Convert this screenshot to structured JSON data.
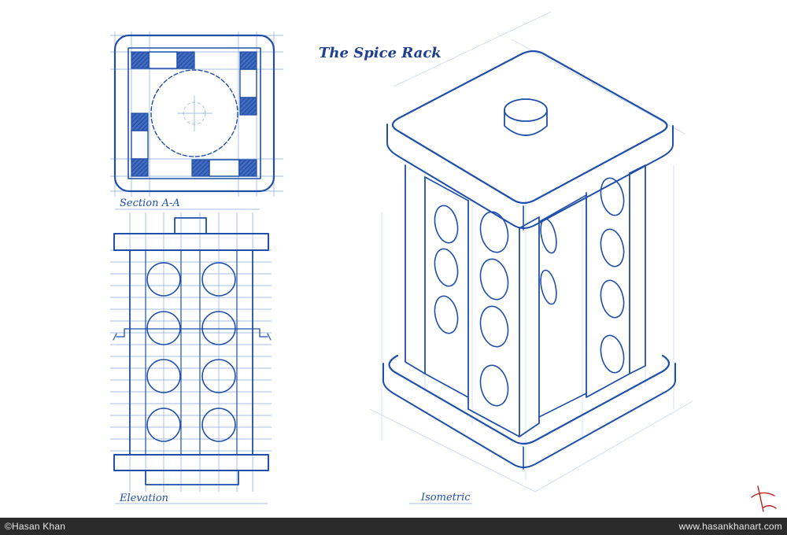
{
  "drawing": {
    "title": "The Spice Rack",
    "section_label": "Section A-A",
    "elevation_label": "Elevation",
    "isometric_label": "Isometric"
  },
  "footer": {
    "copyright": "©Hasan Khan",
    "website": "www.hasankhanart.com"
  },
  "colors": {
    "ink": "#1f4fa8",
    "light_ink": "#8aa8df",
    "grid": "#b9cbee",
    "footer_bg": "#2b2b2b",
    "signature": "#c0201f"
  },
  "icons": [
    "signature-mark"
  ]
}
